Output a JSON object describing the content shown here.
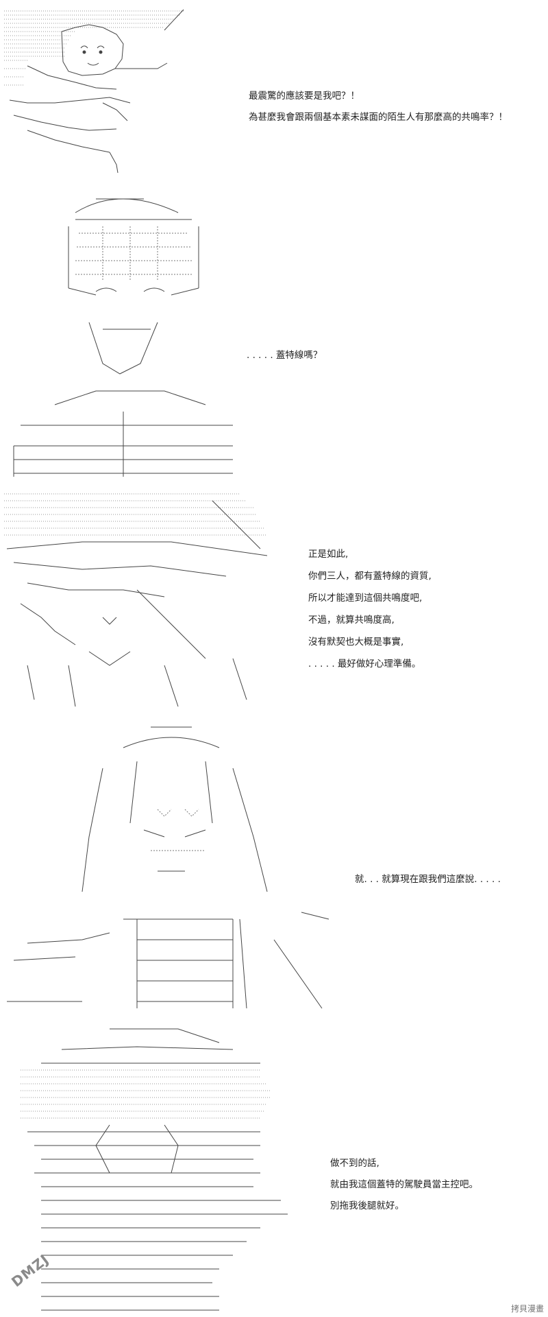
{
  "panels": [
    {
      "lines": [
        "最震驚的應該要是我吧？！",
        "為甚麼我會跟兩個基本素未謀面的陌生人有那麼高的共鳴率？！"
      ]
    },
    {
      "lines": [
        ". . . . . 蓋特線嗎？"
      ]
    },
    {
      "lines": [
        "正是如此,",
        "你們三人，都有蓋特線的資質,",
        "所以才能達到這個共鳴度吧,",
        "不過，就算共鳴度高,",
        "沒有默契也大概是事實,",
        ". . . . . 最好做好心理準備。"
      ]
    },
    {
      "lines": [
        "就. . . 就算現在跟我們這麼說. . . . ."
      ]
    },
    {
      "lines": [
        "做不到的話,",
        "就由我這個蓋特的駕駛員當主控吧。",
        "別拖我後腿就好。"
      ]
    }
  ],
  "watermarks": {
    "left": "DMZJ",
    "right": "拷貝漫畫"
  }
}
